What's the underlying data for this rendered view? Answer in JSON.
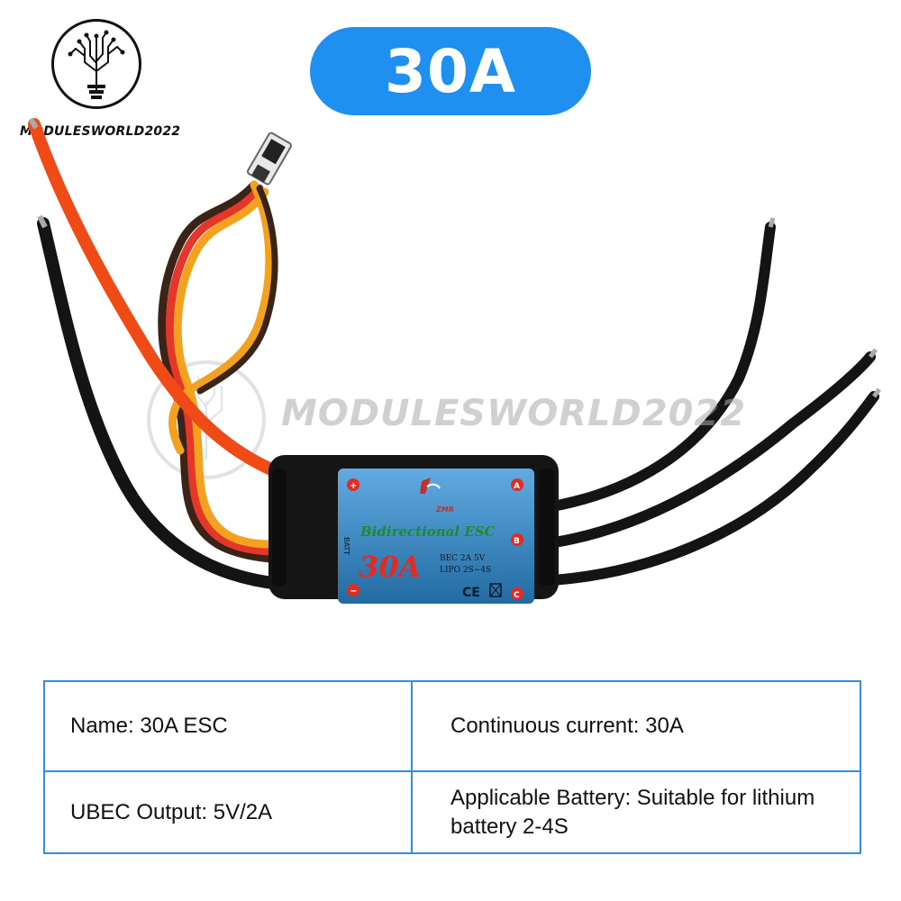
{
  "brand": {
    "name": "MODULESWORLD2022",
    "watermark": "MODULESWORLD2022"
  },
  "badge": {
    "label": "30A",
    "color": "#1f8ff0"
  },
  "esc_label": {
    "title": "Bidirectional ESC",
    "rating": "30A",
    "bec": "BEC  2A  5V",
    "lipo": "LIPO  2S~4S",
    "batt": "BATT",
    "ce": "CE",
    "brand_mark": "ZMR",
    "pins": [
      "A",
      "B",
      "C"
    ],
    "plus": "+",
    "minus": "−"
  },
  "specs": {
    "name": "Name:  30A ESC",
    "continuous_current": "Continuous current: 30A",
    "ubec_output": "UBEC Output: 5V/2A",
    "applicable_battery": "Applicable Battery: Suitable for lithium battery 2-4S"
  },
  "colors": {
    "accent": "#2f8ee8",
    "red_wire": "#f04a16",
    "black_wire": "#141414",
    "orange_wire": "#f2a21e",
    "esc_label": "#2d8fd8"
  }
}
